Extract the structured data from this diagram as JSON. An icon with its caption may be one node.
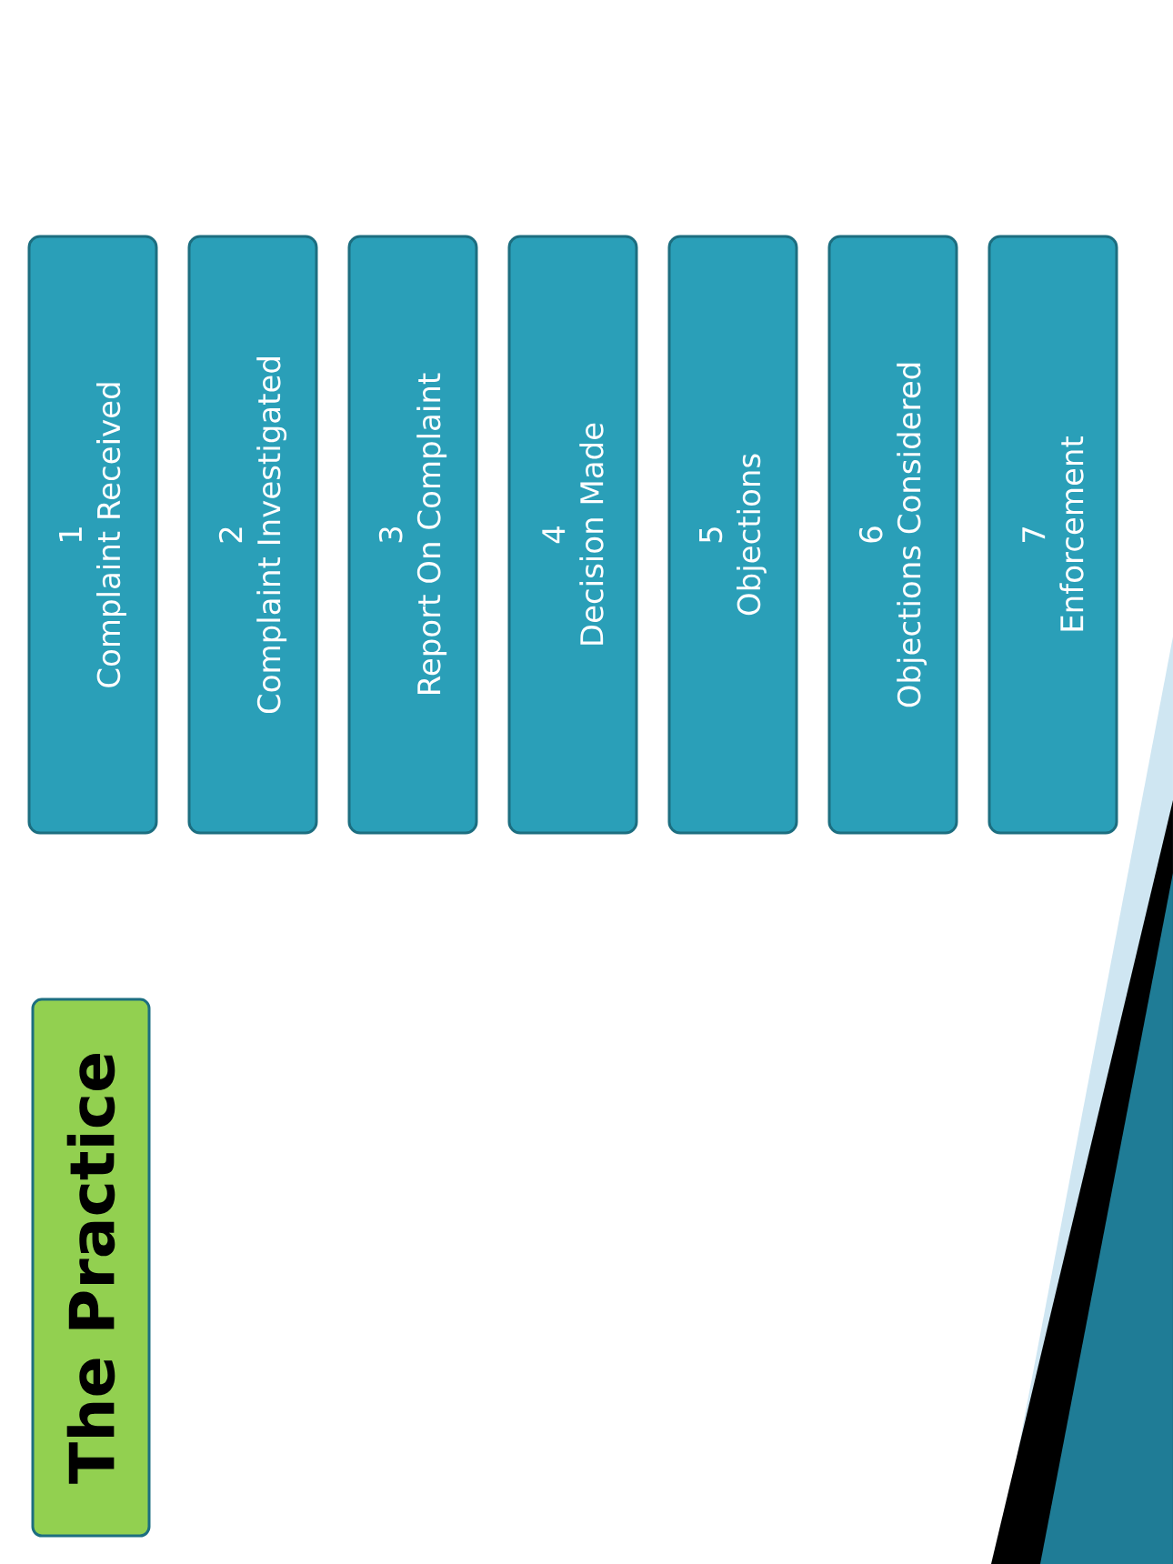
{
  "diagram": {
    "title": "The Practice",
    "nodes": [
      {
        "text": [
          "1",
          "Complaint Received"
        ]
      },
      {
        "text": [
          "2",
          "Complaint Investigated"
        ]
      },
      {
        "text": [
          "3",
          "Report On Complaint"
        ]
      },
      {
        "text": [
          "4",
          "Decision Made"
        ]
      },
      {
        "text": [
          "5",
          "Objections"
        ]
      },
      {
        "text": [
          "6",
          "Objections Considered"
        ]
      },
      {
        "text": [
          "7",
          "Enforcement"
        ]
      }
    ]
  }
}
